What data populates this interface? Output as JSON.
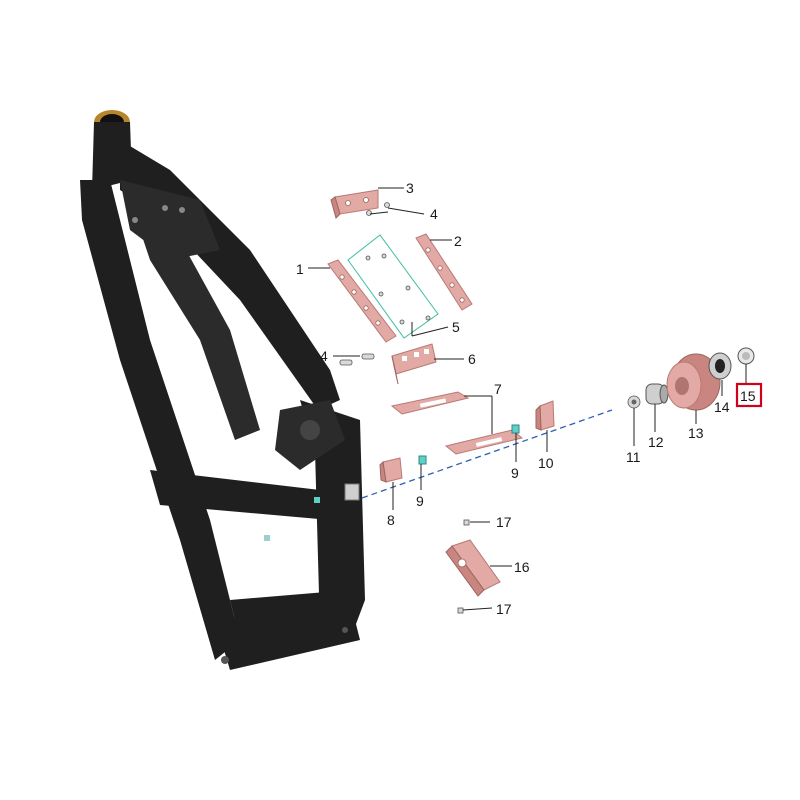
{
  "callouts": {
    "c1": "1",
    "c2": "2",
    "c3": "3",
    "c4a": "4",
    "c4b": "4",
    "c5": "5",
    "c6": "6",
    "c7": "7",
    "c8": "8",
    "c9a": "9",
    "c9b": "9",
    "c10": "10",
    "c11": "11",
    "c12": "12",
    "c13": "13",
    "c14": "14",
    "c15": "15",
    "c16": "16",
    "c17a": "17",
    "c17b": "17"
  },
  "highlighted_callout": "15",
  "colors": {
    "frame": "#1f1f1f",
    "part": "#e3a9a4",
    "axis_line": "#2b5fb4",
    "highlight": "#d0021b",
    "bracket_outline": "#3fbfa0"
  }
}
